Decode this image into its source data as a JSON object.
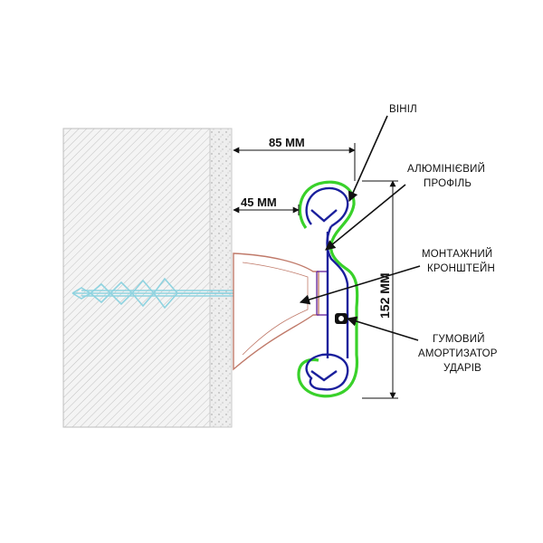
{
  "dimensions": {
    "depth_total": "85 ММ",
    "wall_offset": "45 ММ",
    "height": "152 ММ"
  },
  "callouts": {
    "vinyl": "ВІНІЛ",
    "aluminum_line1": "АЛЮМІНІЄВИЙ",
    "aluminum_line2": "ПРОФІЛЬ",
    "bracket_line1": "МОНТАЖНИЙ",
    "bracket_line2": "КРОНШТЕЙН",
    "rubber_line1": "ГУМОВИЙ",
    "rubber_line2": "АМОРТИЗАТОР",
    "rubber_line3": "УДАРІВ"
  },
  "colors": {
    "vinyl": "#39d12a",
    "aluminum": "#1a1f9c",
    "bracket": "#c07a6a",
    "dowel": "#8fd3e0",
    "wall_hatch": "#bdbdbd",
    "plaster": "#e9e9e9"
  }
}
